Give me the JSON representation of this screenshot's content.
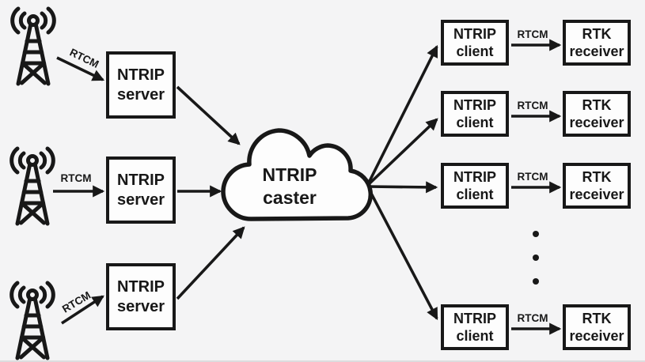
{
  "diagram": {
    "type": "architecture-flow",
    "theme": {
      "background": "#f4f4f5",
      "ink": "#181818",
      "node_fill": "#fdfdfd"
    },
    "nodes": {
      "sources": [
        {
          "icon": "radio-tower"
        },
        {
          "icon": "radio-tower"
        },
        {
          "icon": "radio-tower"
        }
      ],
      "servers": [
        {
          "label": "NTRIP\nserver"
        },
        {
          "label": "NTRIP\nserver"
        },
        {
          "label": "NTRIP\nserver"
        }
      ],
      "caster": {
        "label": "NTRIP\ncaster",
        "shape": "cloud"
      },
      "clients": [
        {
          "label": "NTRIP\nclient"
        },
        {
          "label": "NTRIP\nclient"
        },
        {
          "label": "NTRIP\nclient"
        },
        {
          "label": "NTRIP\nclient"
        }
      ],
      "receivers": [
        {
          "label": "RTK\nreceiver"
        },
        {
          "label": "RTK\nreceiver"
        },
        {
          "label": "RTK\nreceiver"
        },
        {
          "label": "RTK\nreceiver"
        }
      ]
    },
    "links": {
      "source_to_server": [
        {
          "label": "RTCM"
        },
        {
          "label": "RTCM"
        },
        {
          "label": "RTCM"
        }
      ],
      "client_to_receiver": [
        {
          "label": "RTCM"
        },
        {
          "label": "RTCM"
        },
        {
          "label": "RTCM"
        },
        {
          "label": "RTCM"
        }
      ]
    },
    "ellipsis_dot_count": 3
  }
}
